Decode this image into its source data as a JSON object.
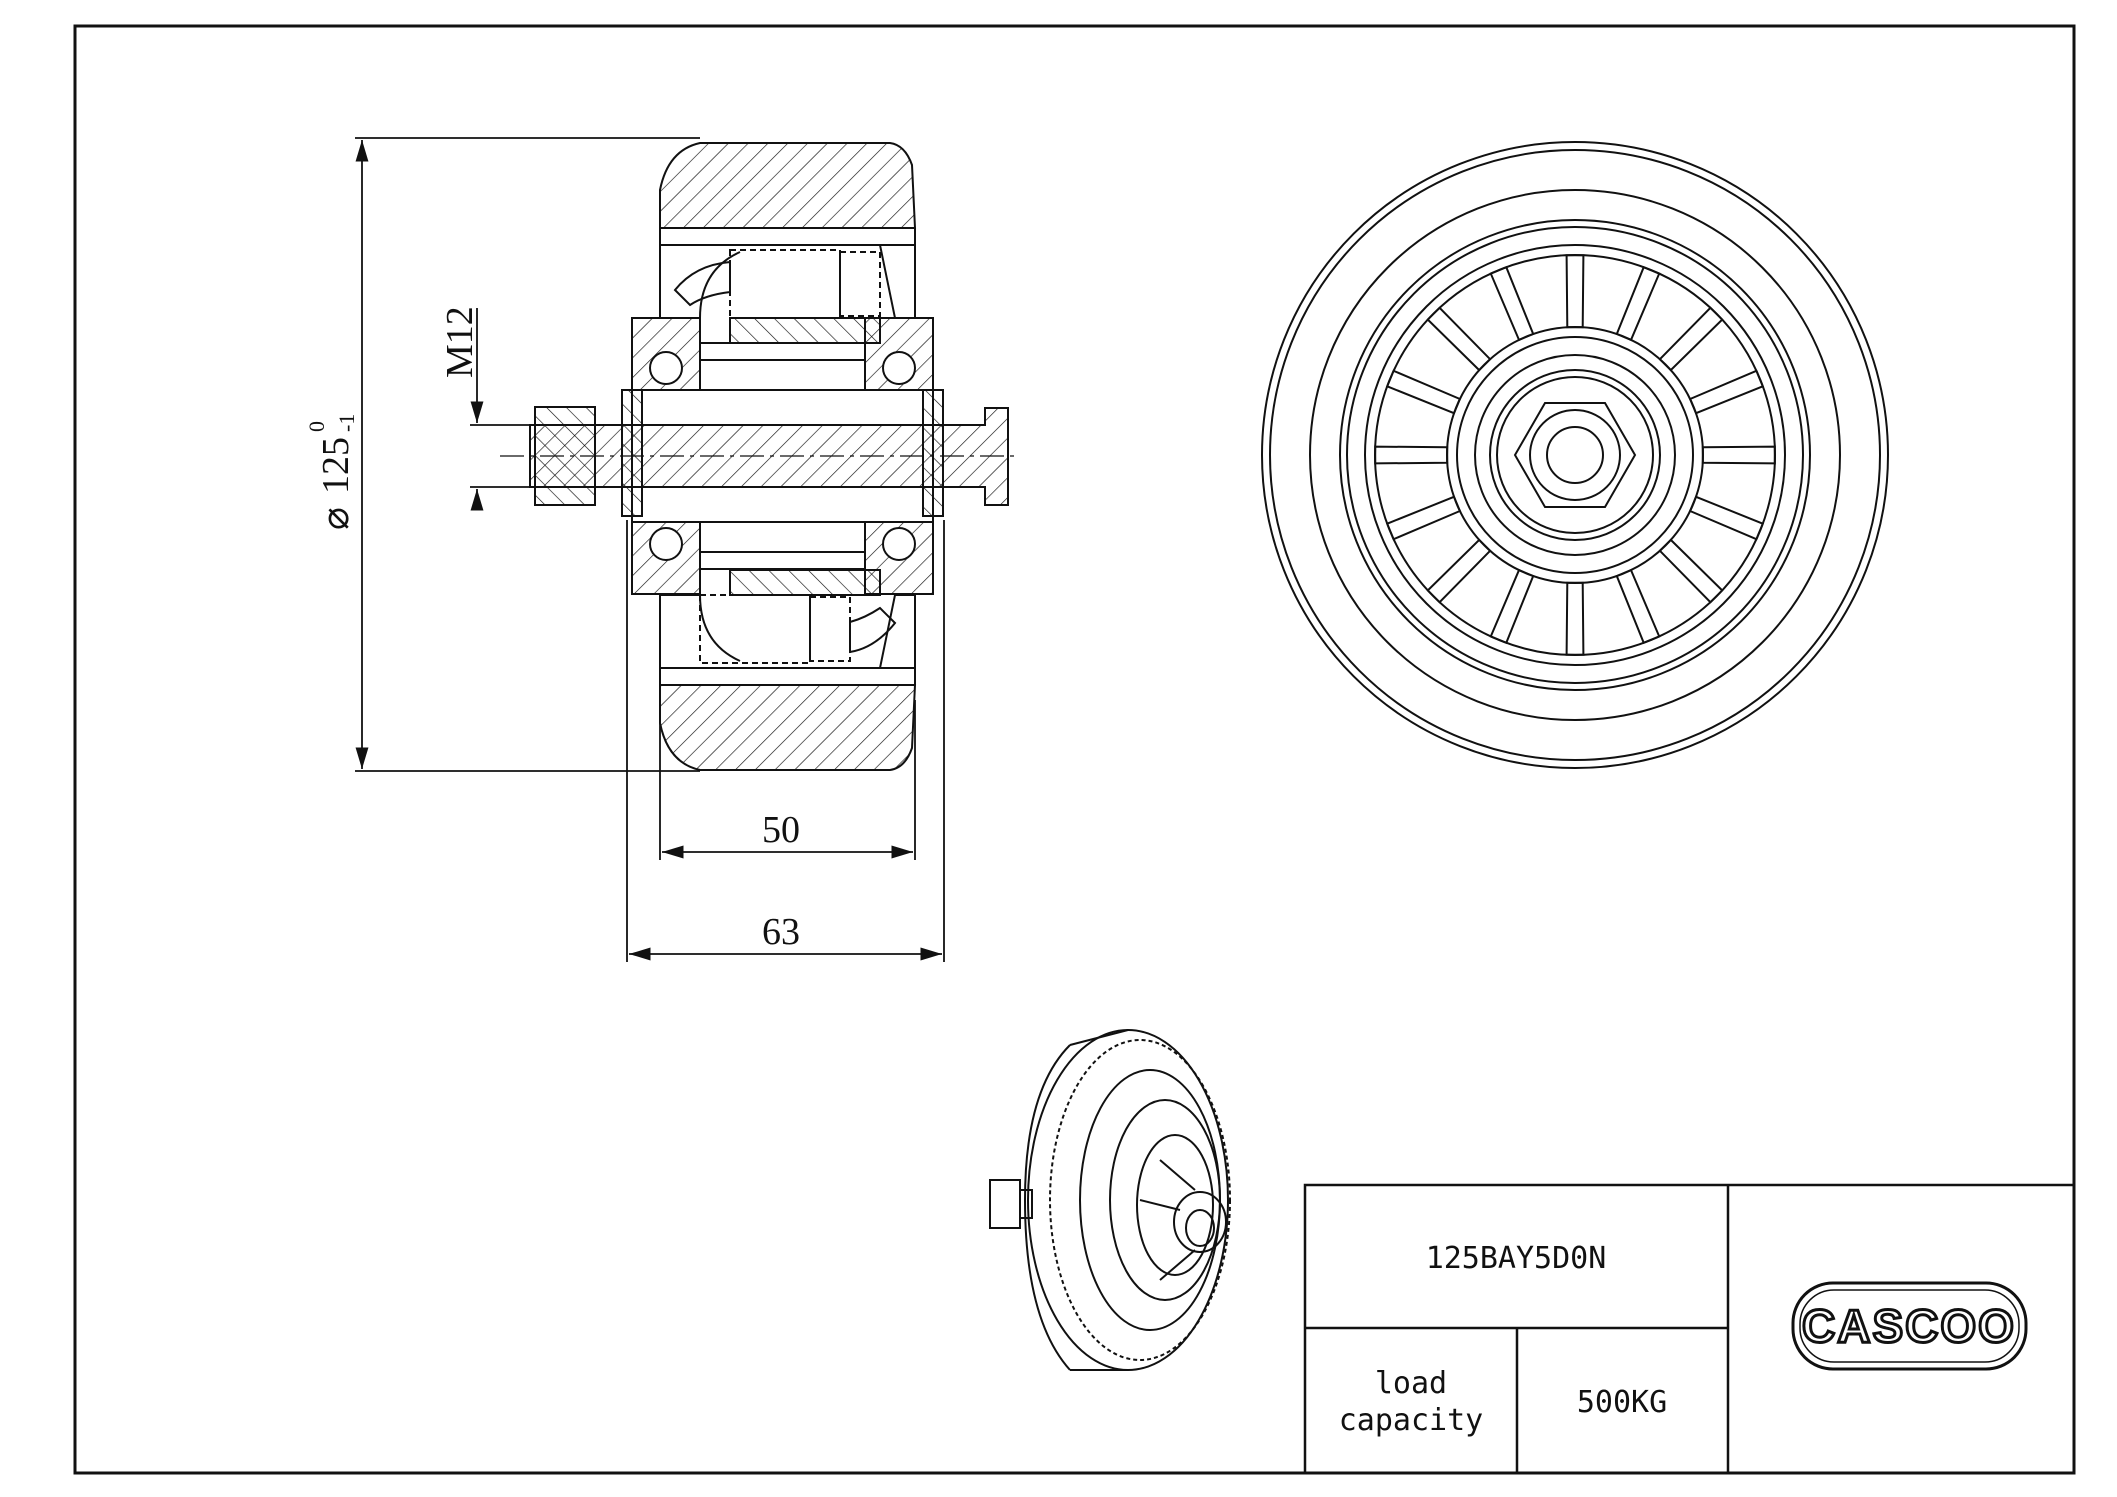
{
  "dimensions": {
    "diameter_symbol": "⌀",
    "diameter_value": "125",
    "diameter_tol_upper": "0",
    "diameter_tol_lower": "-1",
    "thread": "M12",
    "tread_width": "50",
    "hub_length": "63"
  },
  "title_block": {
    "part_number": "125BAY5D0N",
    "load_label_line1": "load",
    "load_label_line2": "capacity",
    "load_value": "500KG",
    "logo_text": "CASCOO"
  }
}
